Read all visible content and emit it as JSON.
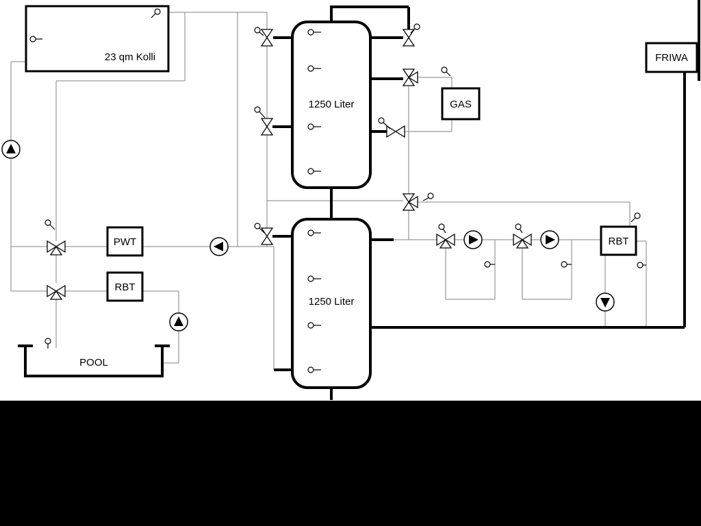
{
  "labels": {
    "collector": "23 qm Kolli",
    "tank_top": "1250 Liter",
    "tank_bottom": "1250 Liter",
    "gas": "GAS",
    "friwa": "FRIWA",
    "pwt": "PWT",
    "rbt_left": "RBT",
    "rbt_right": "RBT",
    "pool": "POOL"
  },
  "colors": {
    "background": "#ffffff",
    "bottom_band": "#000000",
    "pipe_main": "#000000",
    "pipe_secondary": "#808080",
    "symbol_fill": "#ffffff",
    "symbol_stroke": "#000000"
  },
  "symbols": {
    "pumps": [
      {
        "name": "solar-pump-icon",
        "direction": "up"
      },
      {
        "name": "pwt-pump-icon",
        "direction": "left"
      },
      {
        "name": "pool-pump-icon",
        "direction": "up"
      },
      {
        "name": "heating-pump-1-icon",
        "direction": "right"
      },
      {
        "name": "heating-pump-2-icon",
        "direction": "right"
      },
      {
        "name": "friwa-pump-icon",
        "direction": "down"
      }
    ],
    "valves": [
      "tank-top-upper-left-valve",
      "tank-top-lower-left-valve",
      "tank-bottom-left-valve",
      "tank-top-upper-right-valve",
      "gas-supply-three-way-valve",
      "gas-return-valve",
      "heating-supply-three-way-valve",
      "heating-mixer-1-valve",
      "heating-mixer-2-valve",
      "pwt-three-way-valve",
      "pool-three-way-valve"
    ],
    "temperature_sensor_count": 25
  }
}
